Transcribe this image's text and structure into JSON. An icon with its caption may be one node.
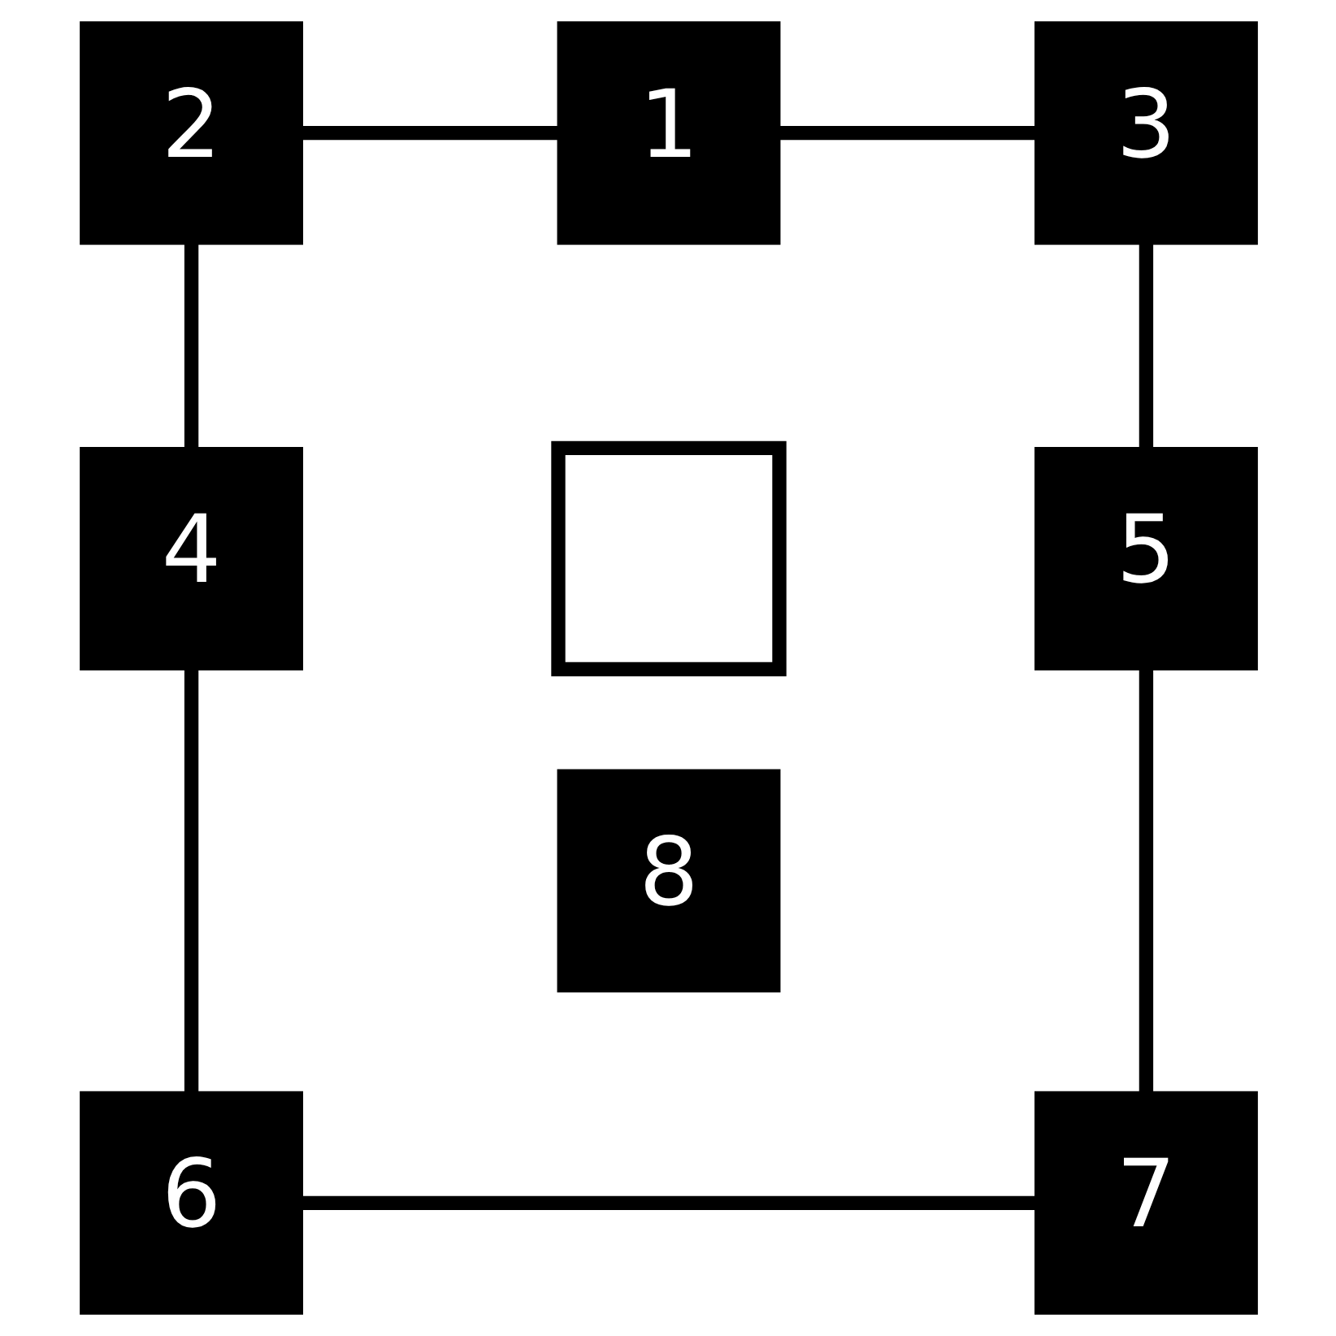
{
  "diagram": {
    "nodes": [
      {
        "text": [
          "2"
        ]
      },
      {
        "text": [
          "1"
        ]
      },
      {
        "text": [
          "3"
        ]
      },
      {
        "text": [
          "4"
        ]
      },
      {
        "text": [],
        "shape": "box"
      },
      {
        "text": [
          "5"
        ]
      },
      {
        "text": [
          "8"
        ]
      },
      {
        "text": [
          "6"
        ]
      },
      {
        "text": [
          "7"
        ]
      }
    ],
    "edges": [
      {
        "from": 0,
        "to": 1,
        "arrow": "none"
      },
      {
        "from": 1,
        "to": 2,
        "arrow": "none"
      },
      {
        "from": 0,
        "to": 3,
        "arrow": "none"
      },
      {
        "from": 3,
        "to": 7,
        "arrow": "none"
      },
      {
        "from": 2,
        "to": 5,
        "arrow": "none"
      },
      {
        "from": 5,
        "to": 8,
        "arrow": "none"
      },
      {
        "from": 7,
        "to": 8,
        "arrow": "none"
      }
    ]
  }
}
